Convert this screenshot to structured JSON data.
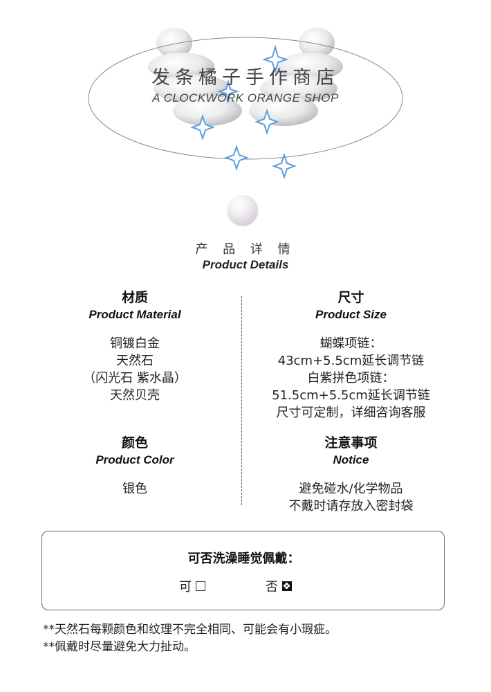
{
  "header": {
    "shop_name_cn": "发条橘子手作商店",
    "shop_name_en": "A CLOCKWORK ORANGE SHOP"
  },
  "section": {
    "title_cn": "产 品 详 情",
    "title_en": "Product Details"
  },
  "material": {
    "heading_cn": "材质",
    "heading_en": "Product Material",
    "lines": [
      "铜镀白金",
      "天然石",
      "（闪光石 紫水晶）",
      "天然贝壳"
    ]
  },
  "size": {
    "heading_cn": "尺寸",
    "heading_en": "Product Size",
    "lines": [
      "蝴蝶项链：",
      "43cm+5.5cm延长调节链",
      "白紫拼色项链：",
      "51.5cm+5.5cm延长调节链",
      "尺寸可定制，详细咨询客服"
    ]
  },
  "color": {
    "heading_cn": "颜色",
    "heading_en": "Product Color",
    "lines": [
      "银色"
    ]
  },
  "notice": {
    "heading_cn": "注意事项",
    "heading_en": "Notice",
    "lines": [
      "避免碰水/化学物品",
      "不戴时请存放入密封袋"
    ]
  },
  "wear": {
    "question": "可否洗澡睡觉佩戴：",
    "yes_label": "可",
    "no_label": "否",
    "selected": "否"
  },
  "notes": [
    "**天然石每颗颜色和纹理不完全相同、可能会有小瑕疵。",
    "**佩戴时尽量避免大力扯动。"
  ],
  "colors": {
    "sparkle": "#5b9fe0",
    "text": "#222222"
  }
}
